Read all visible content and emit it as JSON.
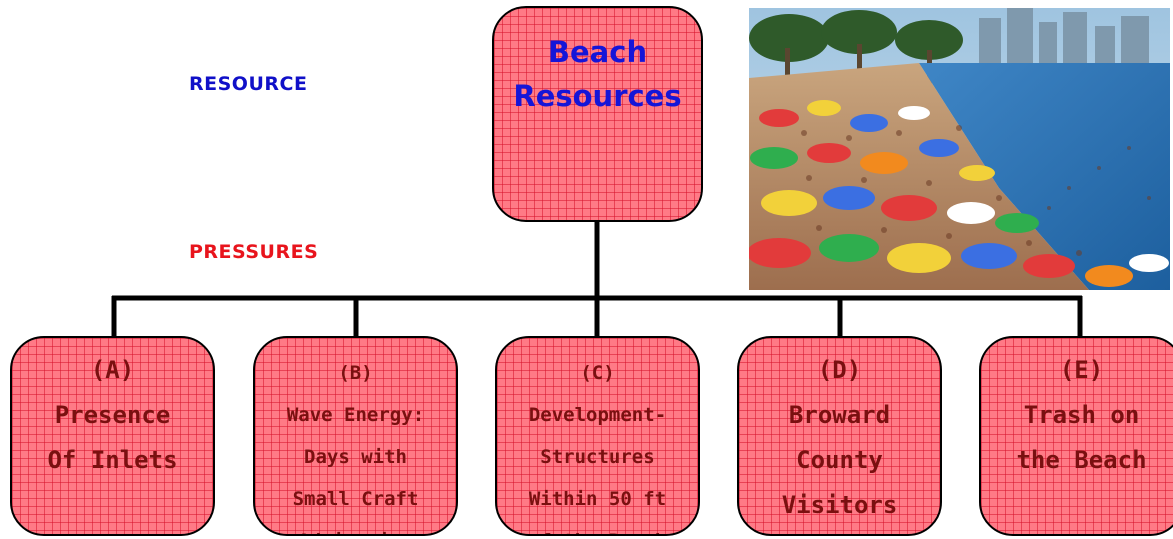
{
  "labels": {
    "resource": "RESOURCE",
    "pressures": "PRESSURES"
  },
  "root": {
    "lines": [
      "Beach",
      "Resources"
    ]
  },
  "pressures": [
    {
      "id": "a",
      "lines": [
        "(A)",
        "Presence",
        "Of Inlets"
      ]
    },
    {
      "id": "b",
      "lines": [
        "(B)",
        "Wave Energy:",
        "Days with",
        "Small Craft",
        "Advisories"
      ]
    },
    {
      "id": "c",
      "lines": [
        "(C)",
        "Development-",
        "Structures",
        "Within 50 ft",
        "of the Beach"
      ]
    },
    {
      "id": "d",
      "lines": [
        "(D)",
        "Broward",
        "County",
        "Visitors"
      ]
    },
    {
      "id": "e",
      "lines": [
        "(E)",
        "Trash on",
        "the Beach"
      ]
    }
  ],
  "photo": {
    "subject": "crowded-beach-umbrellas-photo"
  },
  "colors": {
    "box_fill": "#ff7a86",
    "box_grid": "#d7142d",
    "root_text": "#1515d8",
    "leaf_text": "#7a1010",
    "resource_label": "#1010c8",
    "pressures_label": "#e8141c",
    "connector": "#000000"
  }
}
